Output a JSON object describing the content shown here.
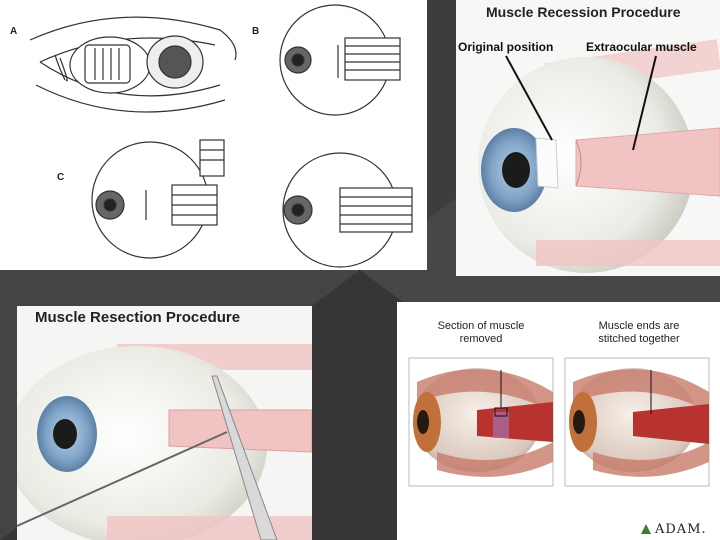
{
  "line_panel": {
    "letters": {
      "a": "A",
      "b": "B",
      "c": "C"
    }
  },
  "recession_panel": {
    "title": "Muscle Recession Procedure",
    "label_original": "Original position",
    "label_muscle": "Extraocular muscle"
  },
  "resection_panel": {
    "title": "Muscle Resection Procedure"
  },
  "adam_panel": {
    "label_left": "Section of muscle removed",
    "label_right": "Muscle ends are stitched together",
    "logo": "ADAM."
  },
  "colors": {
    "background": "#3d3d3d",
    "muscle_pink": "#f1c3c3",
    "iris_blue": "#7fa3c6",
    "muscle_red": "#b8322f"
  }
}
